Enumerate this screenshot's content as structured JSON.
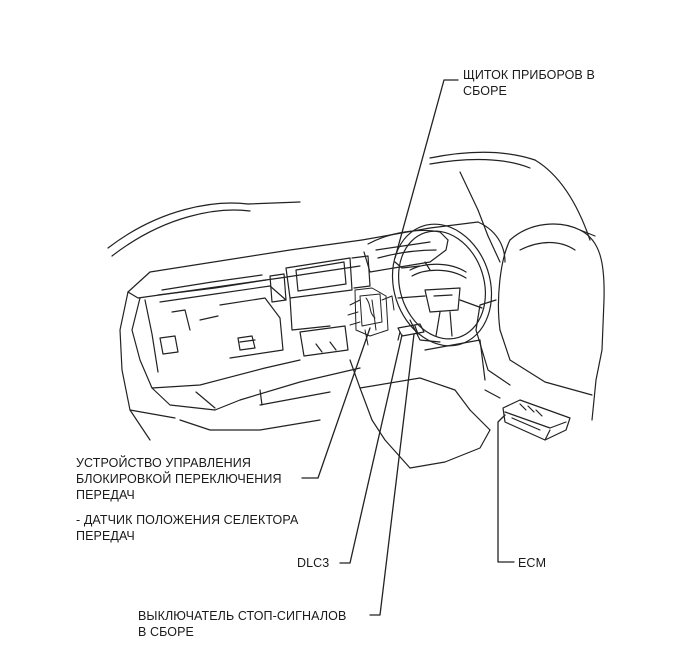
{
  "callouts": {
    "instrument_cluster": {
      "line1": "ЩИТОК ПРИБОРОВ В",
      "line2": "СБОРЕ"
    },
    "shift_lock": {
      "line1": "УСТРОЙСТВО УПРАВЛЕНИЯ",
      "line2": "БЛОКИРОВКОЙ ПЕРЕКЛЮЧЕНИЯ",
      "line3": "ПЕРЕДАЧ",
      "sub1": "- ДАТЧИК ПОЛОЖЕНИЯ СЕЛЕКТОРА",
      "sub2": "ПЕРЕДАЧ"
    },
    "dlc3": {
      "text": "DLC3"
    },
    "ecm": {
      "text": "ECM"
    },
    "stop_lamp_switch": {
      "line1": "ВЫКЛЮЧАТЕЛЬ СТОП-СИГНАЛОВ",
      "line2": "В СБОРЕ"
    }
  }
}
